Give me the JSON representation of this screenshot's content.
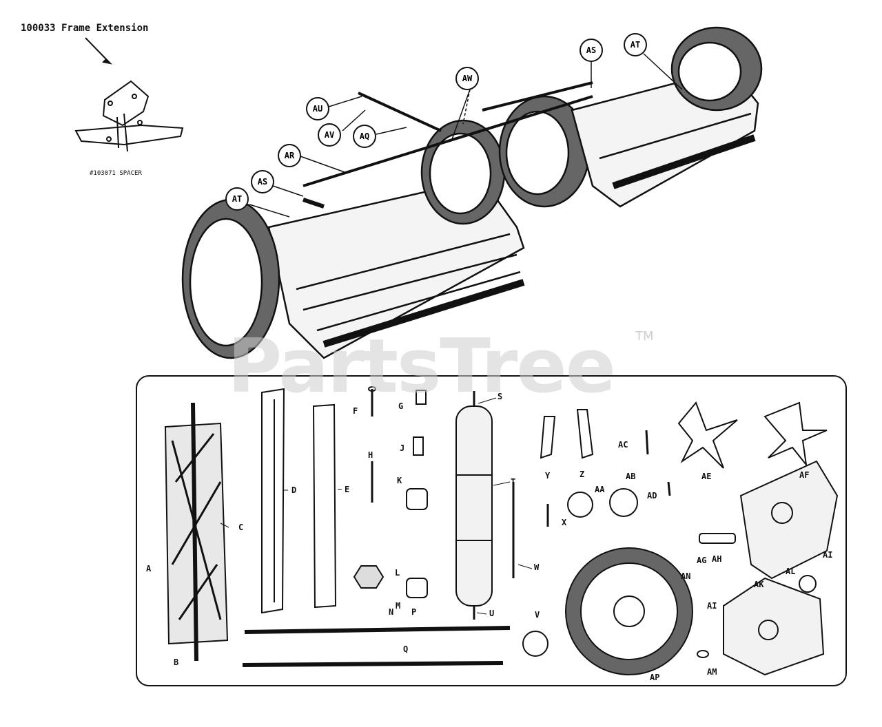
{
  "header": {
    "frame_extension": "100033 Frame Extension",
    "spacer_note": "#103071 SPACER"
  },
  "watermark": {
    "text": "PartsTree",
    "tm": "TM"
  },
  "callouts": [
    "AS",
    "AT",
    "AW",
    "AU",
    "AV",
    "AQ",
    "AR",
    "AS",
    "AT"
  ],
  "parts": [
    "S",
    "F",
    "G",
    "J",
    "H",
    "K",
    "L",
    "M",
    "D",
    "E",
    "T",
    "W",
    "X",
    "U",
    "Y",
    "Z",
    "AC",
    "AE",
    "AF",
    "AA",
    "AB",
    "AD",
    "AG",
    "AH",
    "AI",
    "AN",
    "AL",
    "AK",
    "AI",
    "AM",
    "AP",
    "V",
    "N",
    "P",
    "Q",
    "A",
    "B",
    "C"
  ]
}
